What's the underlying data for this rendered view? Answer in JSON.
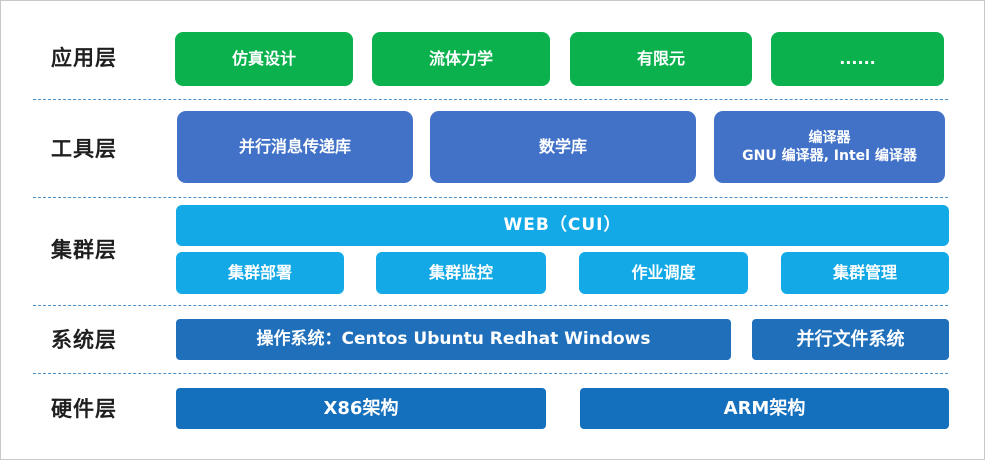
{
  "layers": {
    "application": {
      "label": "应用层",
      "items": [
        "仿真设计",
        "流体力学",
        "有限元",
        "......"
      ]
    },
    "tools": {
      "label": "工具层",
      "items": [
        "并行消息传递库",
        "数学库"
      ],
      "compiler": {
        "line1": "编译器",
        "line2": "GNU 编译器, Intel 编译器"
      }
    },
    "cluster": {
      "label": "集群层",
      "web": "WEB（CUI）",
      "items": [
        "集群部署",
        "集群监控",
        "作业调度",
        "集群管理"
      ]
    },
    "system": {
      "label": "系统层",
      "os": "操作系统：Centos Ubuntu  Redhat Windows",
      "fs": "并行文件系统"
    },
    "hardware": {
      "label": "硬件层",
      "items": [
        "X86架构",
        "ARM架构"
      ]
    }
  },
  "colors": {
    "application": "#0ab14d",
    "tools": "#4172c8",
    "cluster": "#13a9e6",
    "system": "#1f6fbb",
    "hardware": "#146fbd",
    "divider": "#4f8fc7"
  }
}
